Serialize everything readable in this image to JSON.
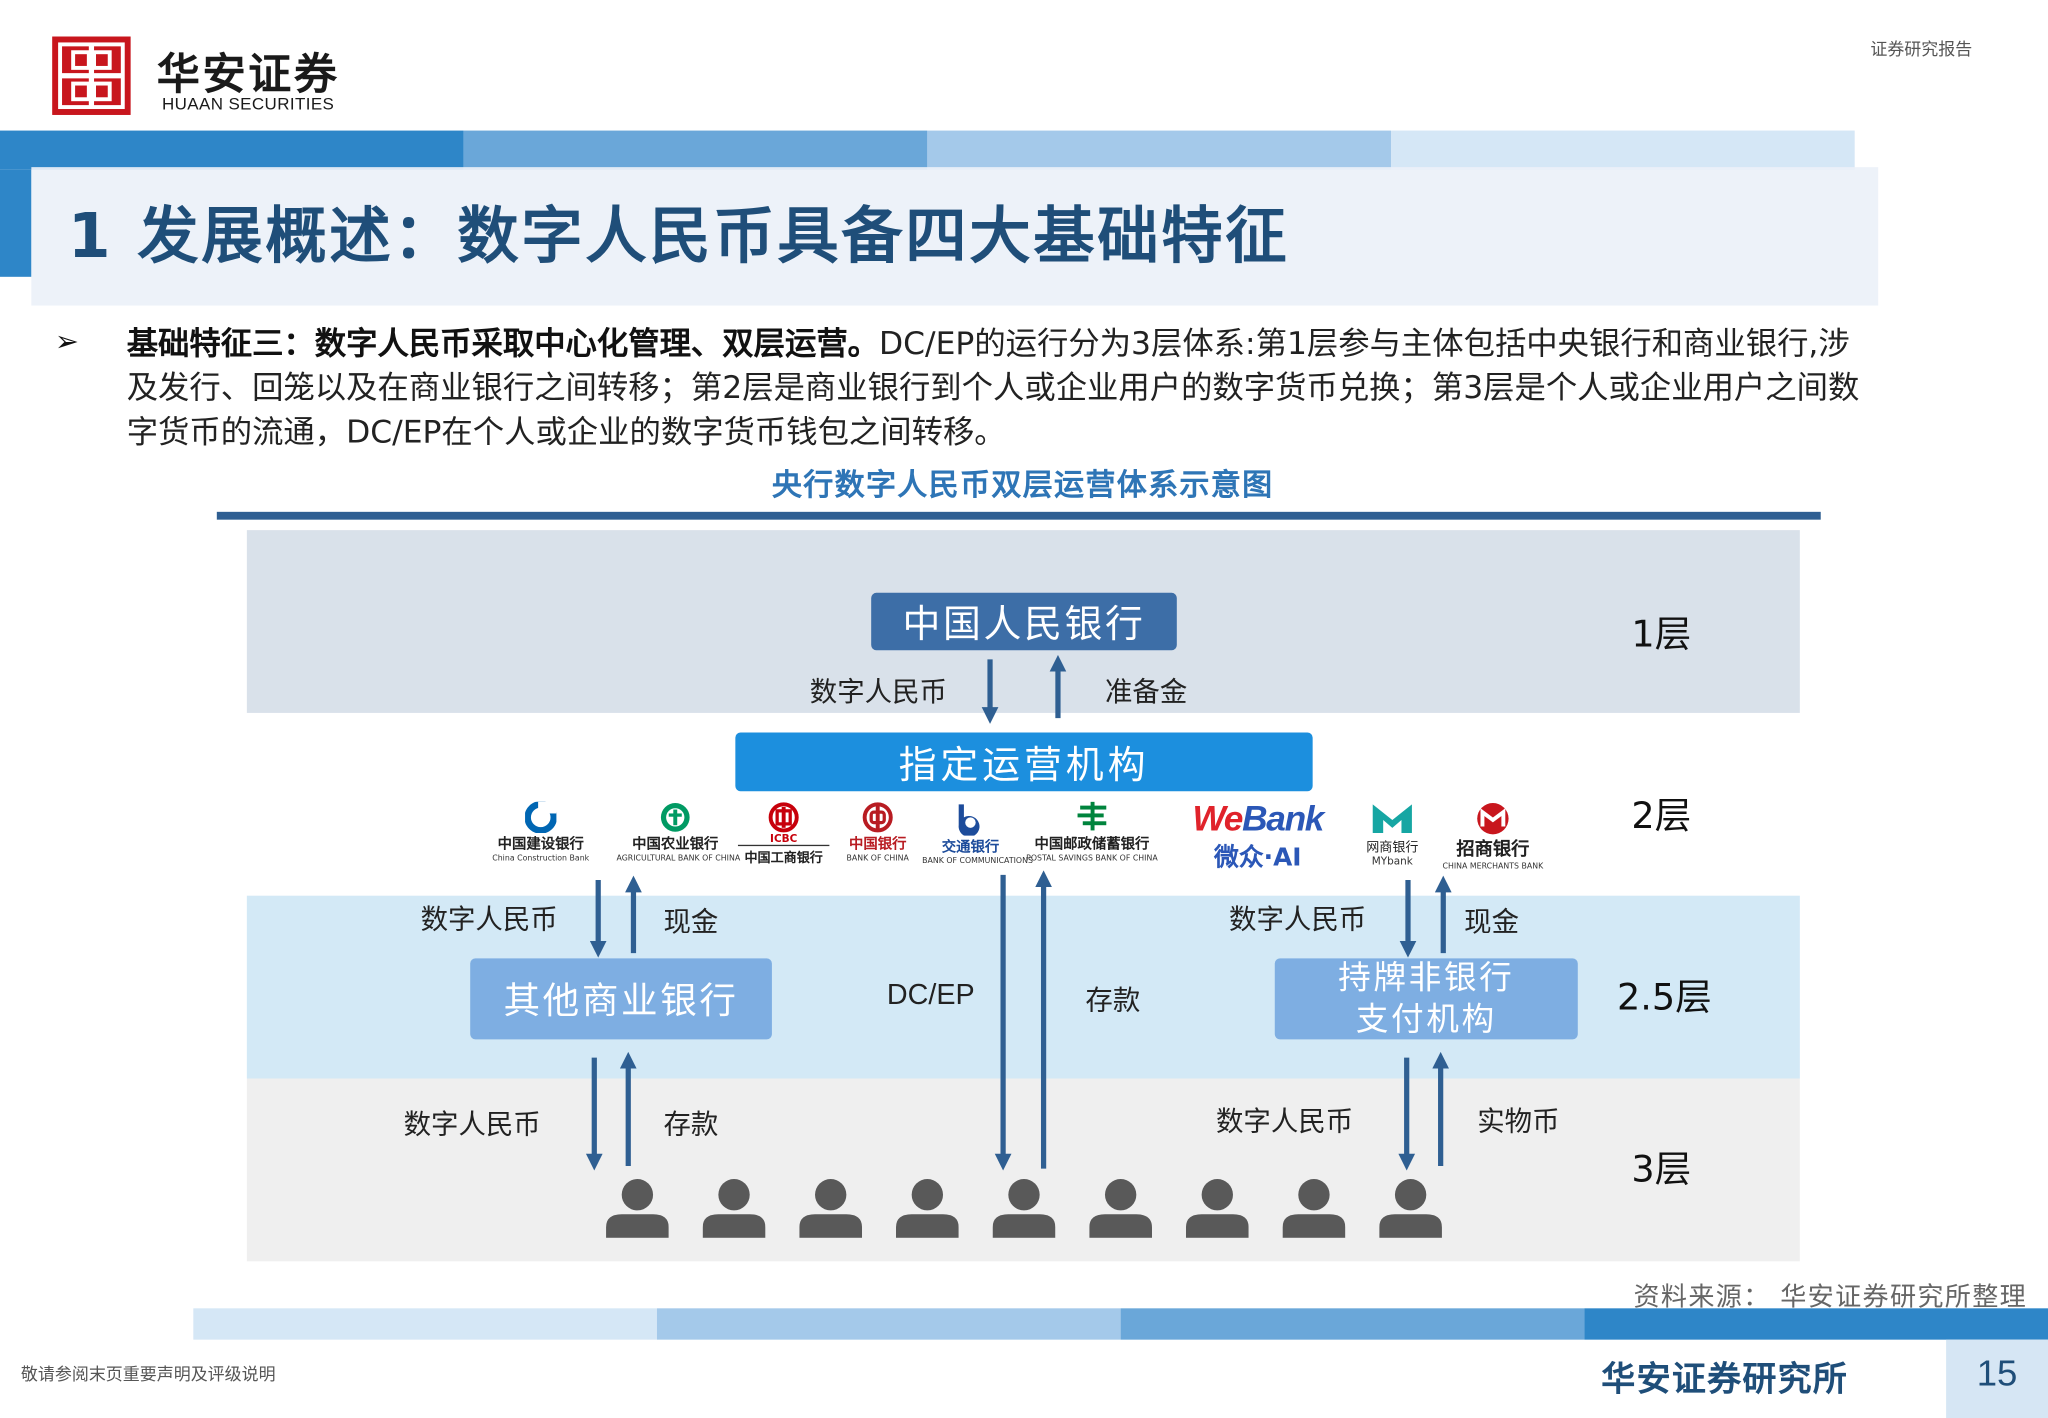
{
  "header": {
    "logo_cn": "华安证券",
    "logo_en": "HUAAN SECURITIES",
    "report_type": "证券研究报告"
  },
  "title": "1 发展概述：数字人民币具备四大基础特征",
  "paragraph": {
    "bullet": "➢",
    "lead": "基础特征三：数字人民币采取中心化管理、双层运营。",
    "text": "DC/EP的运行分为3层体系:第1层参与主体包括中央银行和商业银行,涉及发行、回笼以及在商业银行之间转移；第2层是商业银行到个人或企业用户的数字货币兑换；第3层是个人或企业用户之间数字货币的流通，DC/EP在个人或企业的数字货币钱包之间转移。"
  },
  "diagram": {
    "title": "央行数字人民币双层运营体系示意图",
    "pboc": "中国人民银行",
    "operator": "指定运营机构",
    "other_banks": "其他商业银行",
    "non_bank_line1": "持牌非银行",
    "non_bank_line2": "支付机构",
    "tiers": {
      "t1": "1层",
      "t2": "2层",
      "t25": "2.5层",
      "t3": "3层"
    },
    "labels": {
      "l1_down": "数字人民币",
      "l1_up": "准备金",
      "left_down": "数字人民币",
      "left_up": "现金",
      "right_down": "数字人民币",
      "right_up": "现金",
      "center_down": "DC/EP",
      "center_up": "存款",
      "bottom_left_down": "数字人民币",
      "bottom_left_up": "存款",
      "bottom_right_down": "数字人民币",
      "bottom_right_up": "实物币"
    },
    "banks": [
      {
        "cn": "中国建设银行",
        "en": "China Construction Bank",
        "color": "#0066b3",
        "mark": "C"
      },
      {
        "cn": "中国农业银行",
        "en": "AGRICULTURAL BANK OF CHINA",
        "color": "#009a63",
        "mark": "农"
      },
      {
        "cn": "中国工商银行",
        "en": "ICBC",
        "color": "#c7000b",
        "mark": "工"
      },
      {
        "cn": "中国银行",
        "en": "BANK OF CHINA",
        "color": "#b81c22",
        "mark": "中"
      },
      {
        "cn": "交通银行",
        "en": "BANK OF COMMUNICATIONS",
        "color": "#1d4c9b",
        "mark": "b"
      },
      {
        "cn": "中国邮政储蓄银行",
        "en": "POSTAL SAVINGS BANK OF CHINA",
        "color": "#00843d",
        "mark": "邮"
      },
      {
        "cn": "微众·AI",
        "en": "WeBank",
        "color": "#2b57b7",
        "mark": "WeBank"
      },
      {
        "cn": "网商银行",
        "en": "MYbank",
        "color": "#16a6a3",
        "mark": "M"
      },
      {
        "cn": "招商银行",
        "en": "CHINA MERCHANTS BANK",
        "color": "#c8161d",
        "mark": "M"
      }
    ]
  },
  "source": "资料来源：  华安证券研究所整理",
  "footer": {
    "disclaimer": "敬请参阅末页重要声明及评级说明",
    "brand": "华安证券研究所",
    "page": "15"
  },
  "colors": {
    "brand_red": "#c8161d",
    "title_blue": "#1f4e79",
    "accent_blue": "#2e75b6",
    "operator_blue": "#1c8fde",
    "box_blue": "#3d6ea7",
    "light_box": "#7eaee2"
  }
}
